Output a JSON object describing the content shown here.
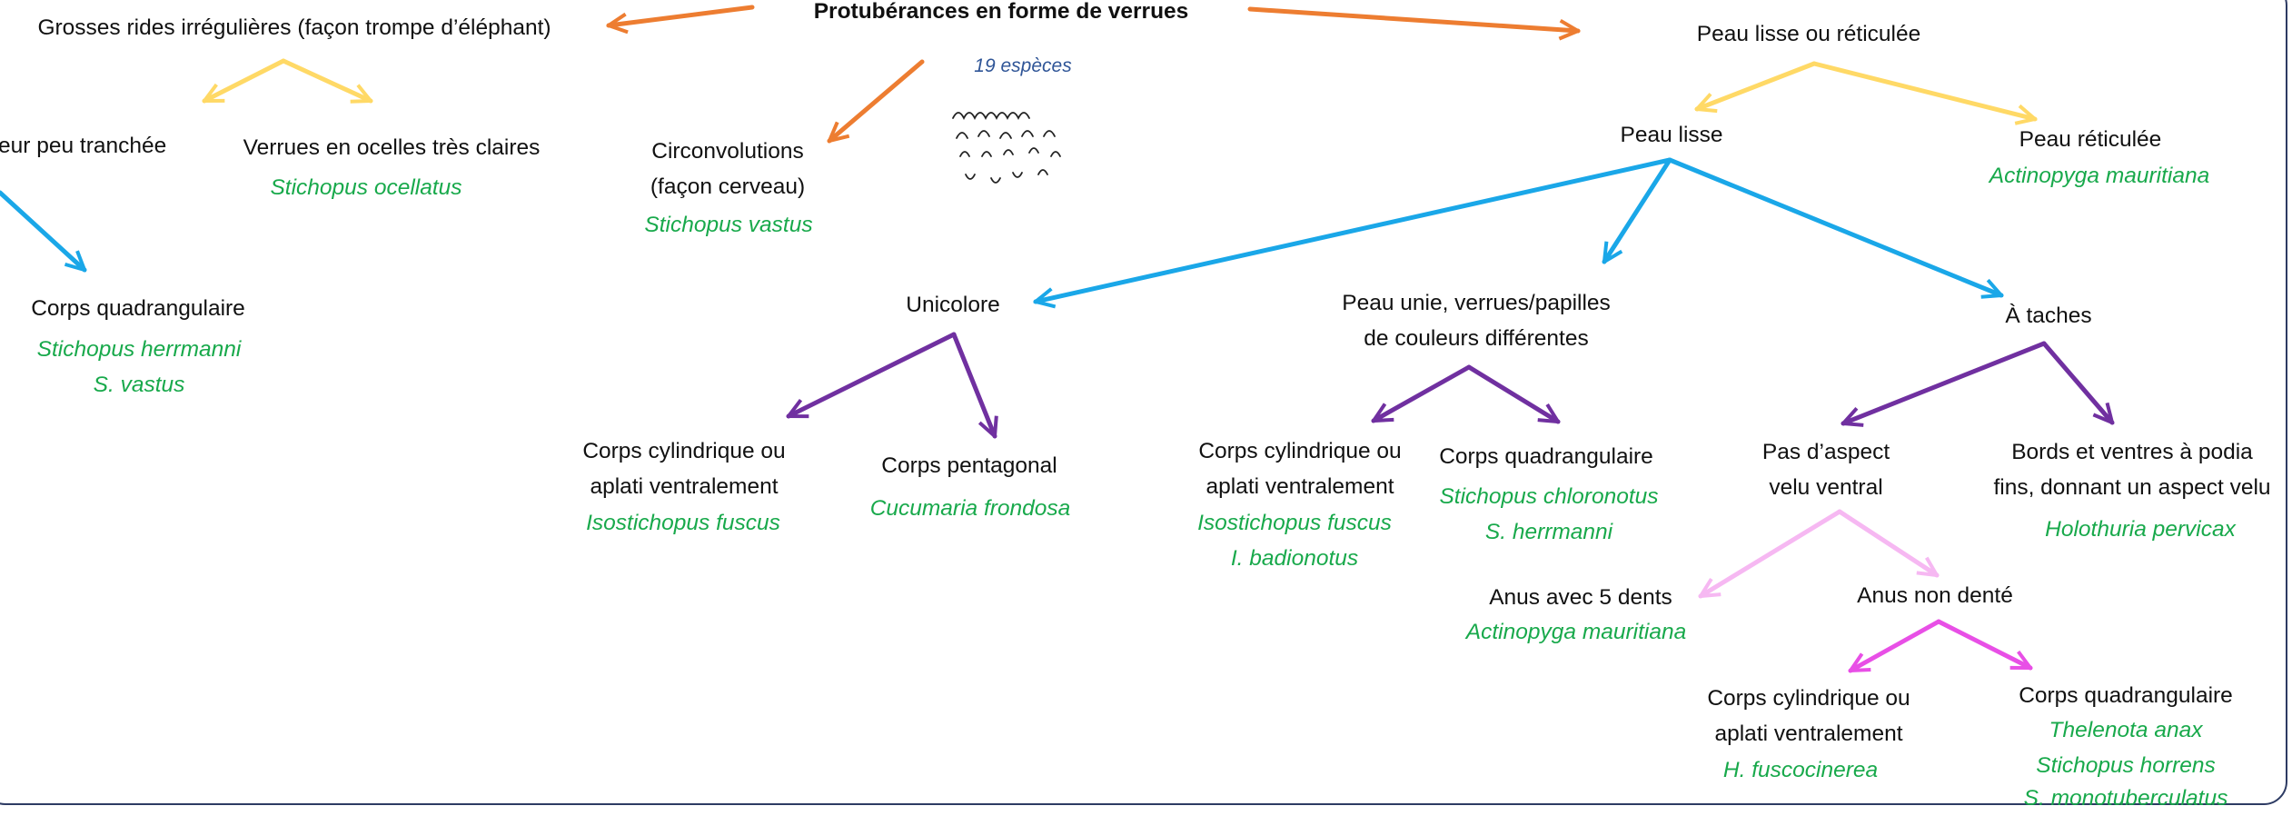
{
  "colors": {
    "orange": "#ed7d31",
    "yellow": "#ffd966",
    "blue": "#1aa7e8",
    "purple": "#7030a0",
    "light_pink": "#f6b8f2",
    "magenta": "#e84fe6",
    "label_text": "#111111",
    "species_text": "#18a94b",
    "count_text": "#2f5597",
    "frame": "#2d3b63"
  },
  "root": {
    "title": "Protubérances en forme de verrues",
    "count": "19 espèces"
  },
  "nodes": {
    "grosses_rides": "Grosses rides irrégulières (façon trompe d’éléphant)",
    "couleur_peu_tranchee": "eur peu tranchée",
    "verrues_ocelles": "Verrues en ocelles très claires",
    "verrues_ocelles_species": "Stichopus ocellatus",
    "circonvolutions": [
      "Circonvolutions",
      "(façon cerveau)"
    ],
    "circonvolutions_species": "Stichopus vastus",
    "corps_quad_left": "Corps quadrangulaire",
    "corps_quad_left_species": [
      "Stichopus herrmanni",
      "S. vastus"
    ],
    "peau_lisse_ou_reticulee": "Peau lisse ou réticulée",
    "peau_lisse": "Peau lisse",
    "peau_reticulee": "Peau réticulée",
    "peau_reticulee_species": "Actinopyga mauritiana",
    "unicolore": "Unicolore",
    "unicolore_cyl": [
      "Corps cylindrique ou",
      "aplati ventralement"
    ],
    "unicolore_cyl_species": "Isostichopus fuscus",
    "pentagonal": "Corps pentagonal",
    "pentagonal_species": "Cucumaria frondosa",
    "peau_unie": [
      "Peau unie, verrues/papilles",
      "de couleurs différentes"
    ],
    "peau_unie_cyl": [
      "Corps cylindrique ou",
      "aplati ventralement"
    ],
    "peau_unie_cyl_species": [
      "Isostichopus fuscus",
      "I. badionotus"
    ],
    "peau_unie_quad": "Corps quadrangulaire",
    "peau_unie_quad_species": [
      "Stichopus chloronotus",
      "S. herrmanni"
    ],
    "a_taches": "À taches",
    "pas_velu": [
      "Pas d’aspect",
      "velu ventral"
    ],
    "bords_ventres": [
      "Bords et ventres à podia",
      "fins, donnant un aspect velu"
    ],
    "bords_ventres_species": "Holothuria pervicax",
    "anus_5_dents": "Anus avec 5 dents",
    "anus_5_dents_species": "Actinopyga mauritiana",
    "anus_non_dente": "Anus non denté",
    "anus_cyl": [
      "Corps cylindrique ou",
      "aplati ventralement"
    ],
    "anus_cyl_species": "H. fuscocinerea",
    "anus_quad": "Corps quadrangulaire",
    "anus_quad_species": [
      "Thelenota anax",
      "Stichopus horrens",
      "S. monotuberculatus"
    ]
  }
}
